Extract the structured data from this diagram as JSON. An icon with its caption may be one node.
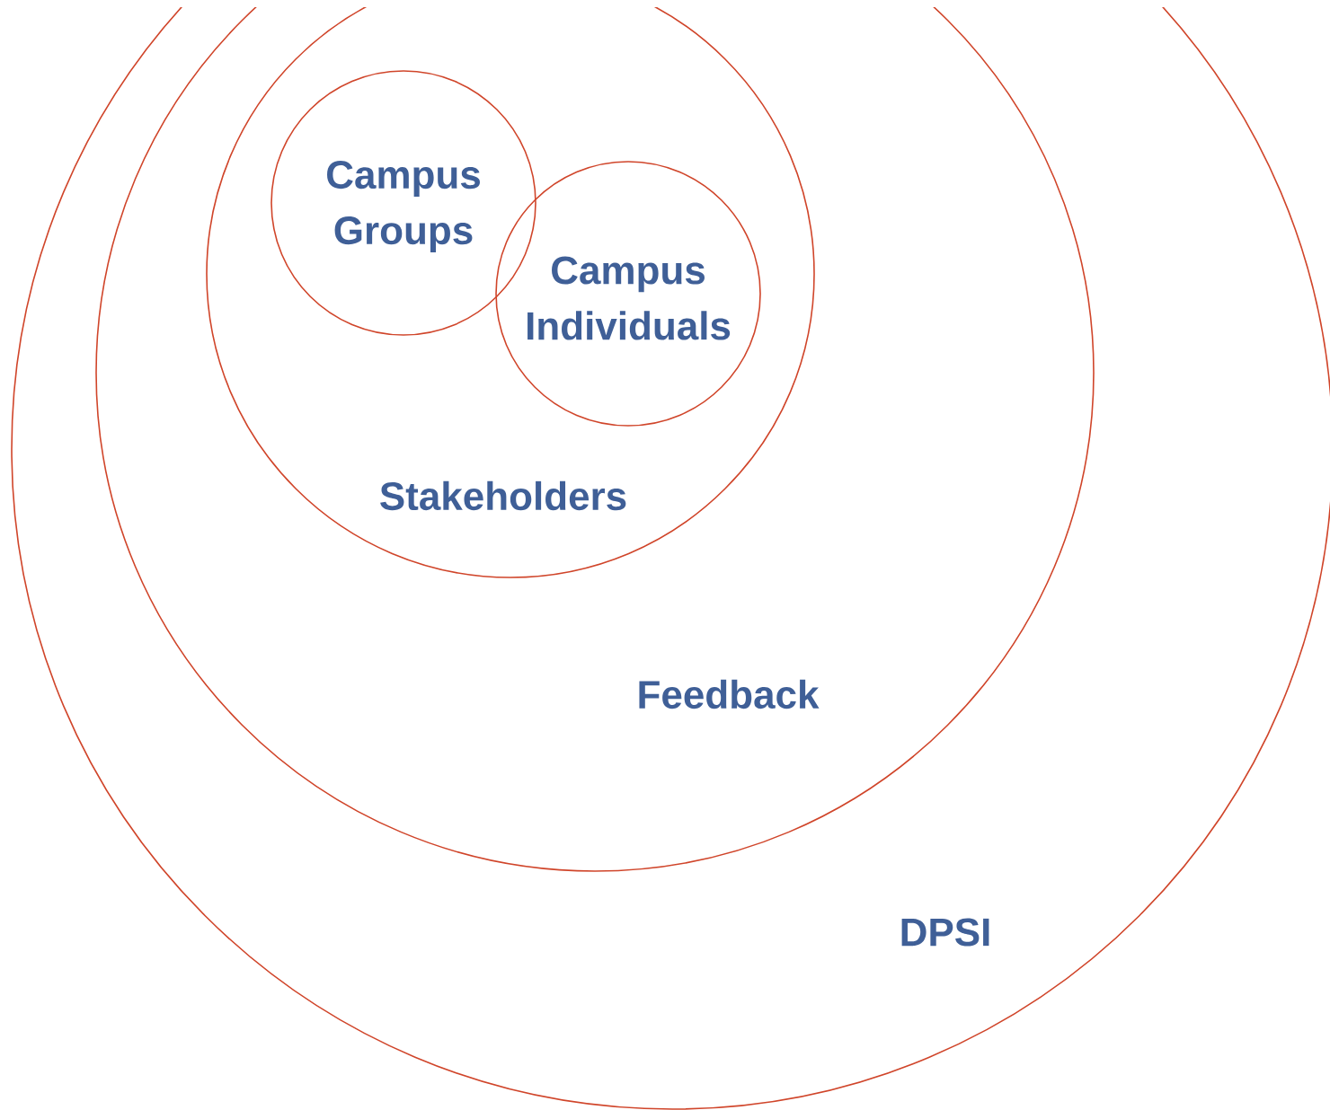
{
  "diagram": {
    "nodes": [
      {
        "text": [
          "DPSI"
        ]
      },
      {
        "text": [
          "Feedback"
        ],
        "in": 0
      },
      {
        "text": [
          "Stakeholders"
        ],
        "in": 1
      },
      {
        "text": [
          "Campus Groups"
        ],
        "in": 2
      },
      {
        "text": [
          "Campus Individuals"
        ],
        "in": 2
      }
    ]
  }
}
